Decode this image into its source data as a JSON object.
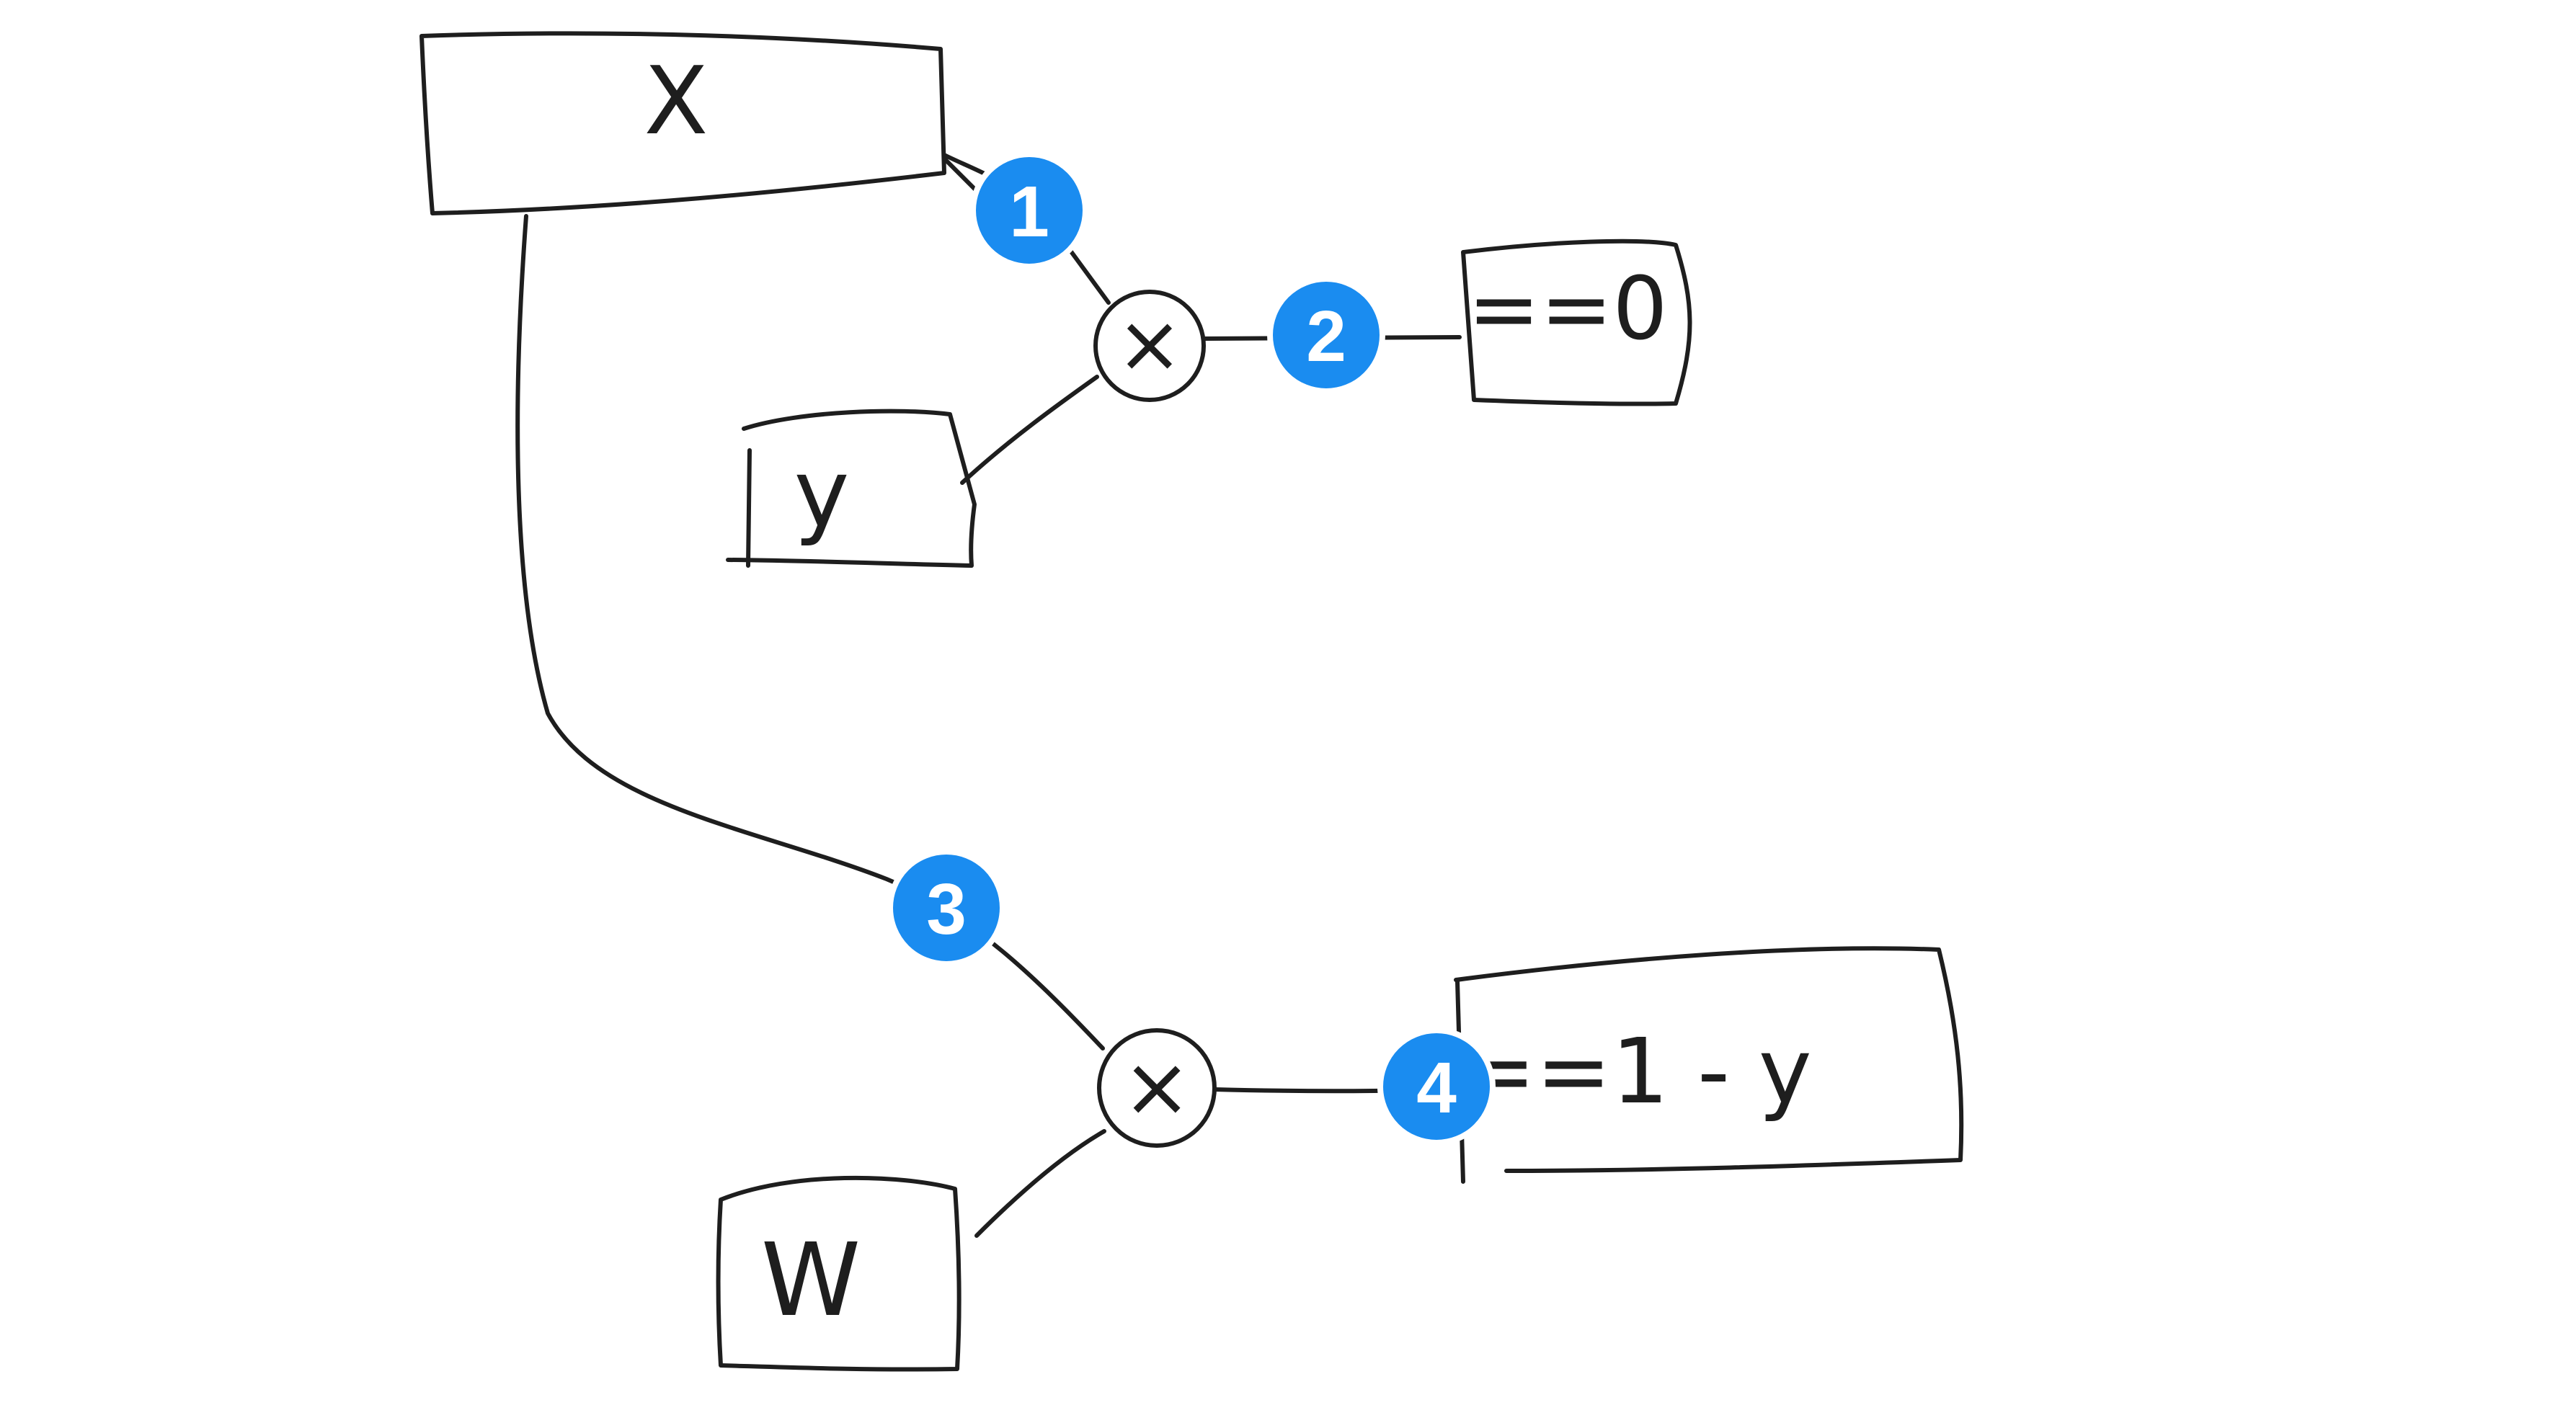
{
  "nodes": {
    "x_box": "X",
    "y_box": "y",
    "w_box": "W",
    "top_result": "==0",
    "bottom_result": "==1 - y",
    "top_multiply": "×",
    "bottom_multiply": "×"
  },
  "badges": [
    "1",
    "2",
    "3",
    "4"
  ],
  "colors": {
    "ink": "#1e1e1e",
    "badge": "#1a8cf0",
    "background": "#ffffff"
  }
}
